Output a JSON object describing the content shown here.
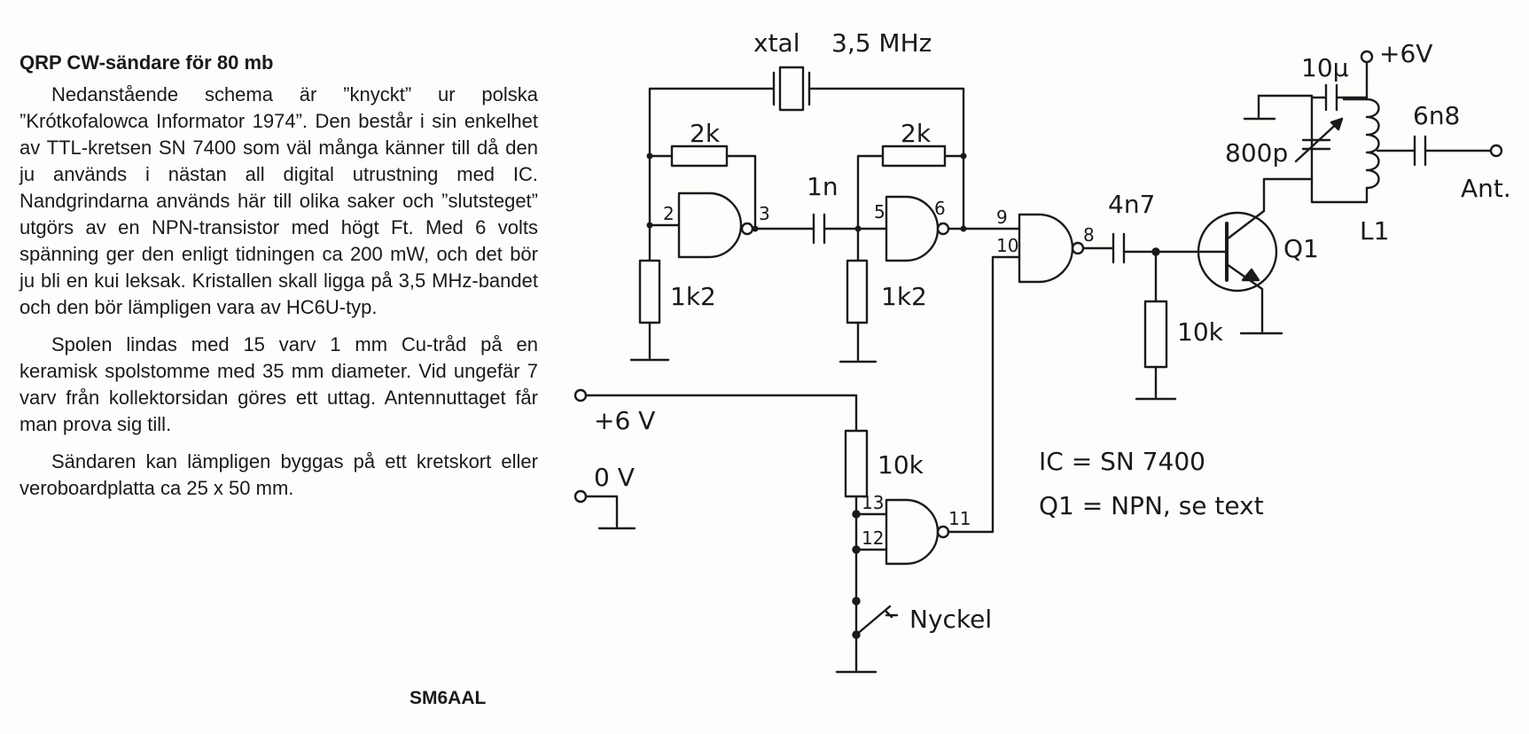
{
  "article": {
    "title": "QRP CW-sändare för 80 mb",
    "paragraphs": [
      "Nedanstående schema är ”knyckt” ur polska ”Krótkofalowca Informator 1974”. Den består i sin enkelhet av TTL-kretsen SN 7400 som väl många känner till då den ju används i nästan all digital utrustning med IC. Nandgrindarna används här till olika saker och ”slutsteget” utgörs av en NPN-transistor med högt Ft. Med 6 volts spänning ger den enligt tidningen ca 200 mW, och det bör ju bli en kui leksak. Kristallen skall ligga på 3,5 MHz-bandet och den bör lämpligen vara av HC6U-typ.",
      "Spolen lindas med 15 varv 1 mm Cu-tråd på en keramisk spolstomme med 35 mm diameter. Vid ungefär 7 varv från kollektorsidan göres ett uttag. Antennuttaget får man prova sig till.",
      "Sändaren kan lämpligen byggas på ett kretskort eller veroboardplatta ca 25 x 50 mm."
    ],
    "signature": "SM6AAL"
  },
  "schematic": {
    "xtal": "xtal",
    "xtal_freq": "3,5 MHz",
    "r_fb1": "2k",
    "r_fb2": "2k",
    "r_gnd1": "1k2",
    "r_gnd2": "1k2",
    "c_couple": "1n",
    "c_out": "4n7",
    "r_base": "10k",
    "r_pullup": "10k",
    "c_dec": "10µ",
    "c_tune": "800p",
    "c_ant": "6n8",
    "vcc_top": "+6V",
    "vcc_in": "+6 V",
    "gnd_in": "0 V",
    "ant": "Ant.",
    "transistor": "Q1",
    "coil": "L1",
    "key": "Nyckel",
    "pins": {
      "p2": "2",
      "p3": "3",
      "p5": "5",
      "p6": "6",
      "p9": "9",
      "p10": "10",
      "p8": "8",
      "p13": "13",
      "p12": "12",
      "p11": "11"
    },
    "notes": [
      "IC = SN 7400",
      "Q1 = NPN,  se text"
    ]
  }
}
